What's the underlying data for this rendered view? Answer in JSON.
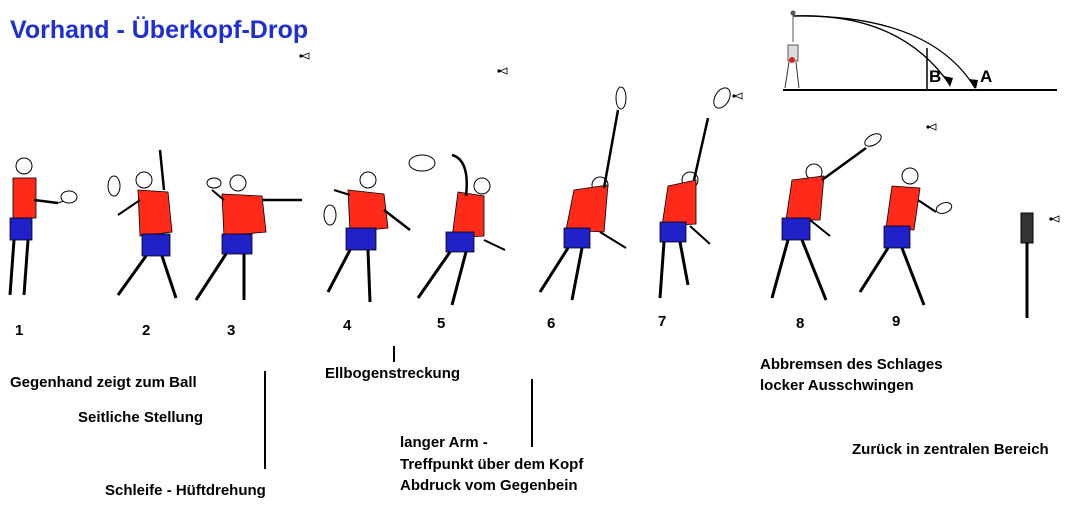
{
  "title": "Vorhand - Überkopf-Drop",
  "trajectory": {
    "label_b": "B",
    "label_a": "A"
  },
  "figures": [
    {
      "number": "1"
    },
    {
      "number": "2"
    },
    {
      "number": "3"
    },
    {
      "number": "4"
    },
    {
      "number": "5"
    },
    {
      "number": "6"
    },
    {
      "number": "7"
    },
    {
      "number": "8"
    },
    {
      "number": "9"
    }
  ],
  "captions": {
    "gegenhand": "Gegenhand zeigt zum Ball",
    "seitlich": "Seitliche Stellung",
    "schleife": "Schleife - Hüftdrehung",
    "ellbogen": "Ellbogenstreckung",
    "arm_line1": "langer Arm -",
    "arm_line2": "Treffpunkt über dem Kopf",
    "arm_line3": "Abdruck vom Gegenbein",
    "abbremsen_line1": "Abbremsen des Schlages",
    "abbremsen_line2": "locker Ausschwingen",
    "zurueck": "Zurück in zentralen Bereich"
  },
  "colors": {
    "title": "#1f2fd6",
    "shirt": "#ff2a1a",
    "shorts": "#2020c8",
    "line": "#000000"
  }
}
